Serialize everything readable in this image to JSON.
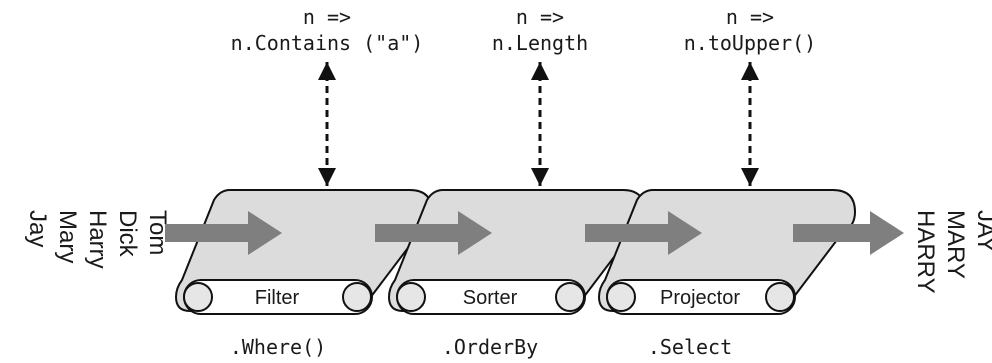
{
  "input": {
    "names": [
      "Tom",
      "Dick",
      "Harry",
      "Mary",
      "Jay"
    ]
  },
  "output": {
    "names": [
      "JAY",
      "MARY",
      "HARRY"
    ]
  },
  "stages": [
    {
      "name": "Filter",
      "lambda_head": "n =>",
      "lambda_body": "n.Contains (\"a\")",
      "operator": ".Where()"
    },
    {
      "name": "Sorter",
      "lambda_head": "n =>",
      "lambda_body": "n.Length",
      "operator": ".OrderBy"
    },
    {
      "name": "Projector",
      "lambda_head": "n =>",
      "lambda_body": "n.toUpper()",
      "operator": ".Select"
    }
  ],
  "colors": {
    "belt_fill": "#dcdcdc",
    "belt_stroke": "#111111",
    "arrow": "#7f7f7f",
    "text": "#1a1a1a"
  }
}
